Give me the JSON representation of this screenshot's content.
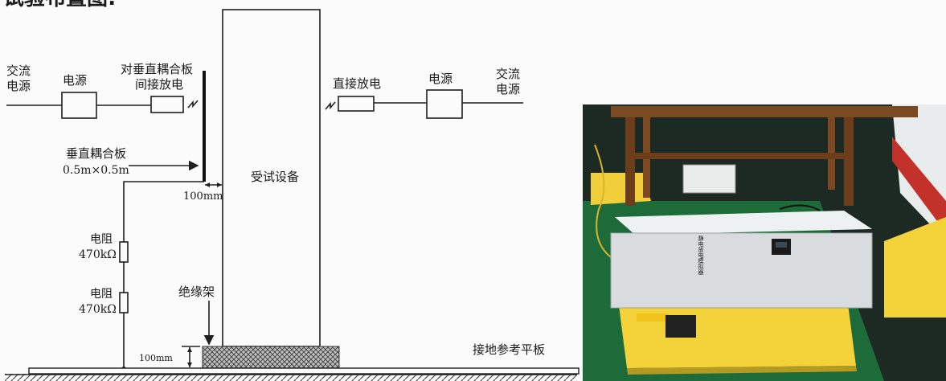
{
  "heading": "试验布置图:",
  "labels": {
    "ac_source_left": [
      "交流",
      "电源"
    ],
    "power_supply_left": "电源",
    "indirect_discharge": [
      "对垂直耦合板",
      "间接放电"
    ],
    "direct_discharge": "直接放电",
    "power_supply_right": "电源",
    "ac_source_right": [
      "交流",
      "电源"
    ],
    "vcp": [
      "垂直耦合板",
      "0.5m×0.5m"
    ],
    "eut": "受试设备",
    "dim_vcp_gap": "100mm",
    "resistor_1": [
      "电阻",
      "470kΩ"
    ],
    "resistor_2": [
      "电阻",
      "470kΩ"
    ],
    "insulating_support": "绝缘架",
    "dim_support_height": "100mm",
    "ground_plane": "接地参考平板"
  },
  "photo": {
    "device_panel_text": "静电放电模拟器"
  },
  "colors": {
    "line": "#1f1f1f",
    "hatch": "#444444",
    "plywood": "#f3d23a",
    "green_mat": "#1e6b3a",
    "device": "#d8dcdf"
  }
}
